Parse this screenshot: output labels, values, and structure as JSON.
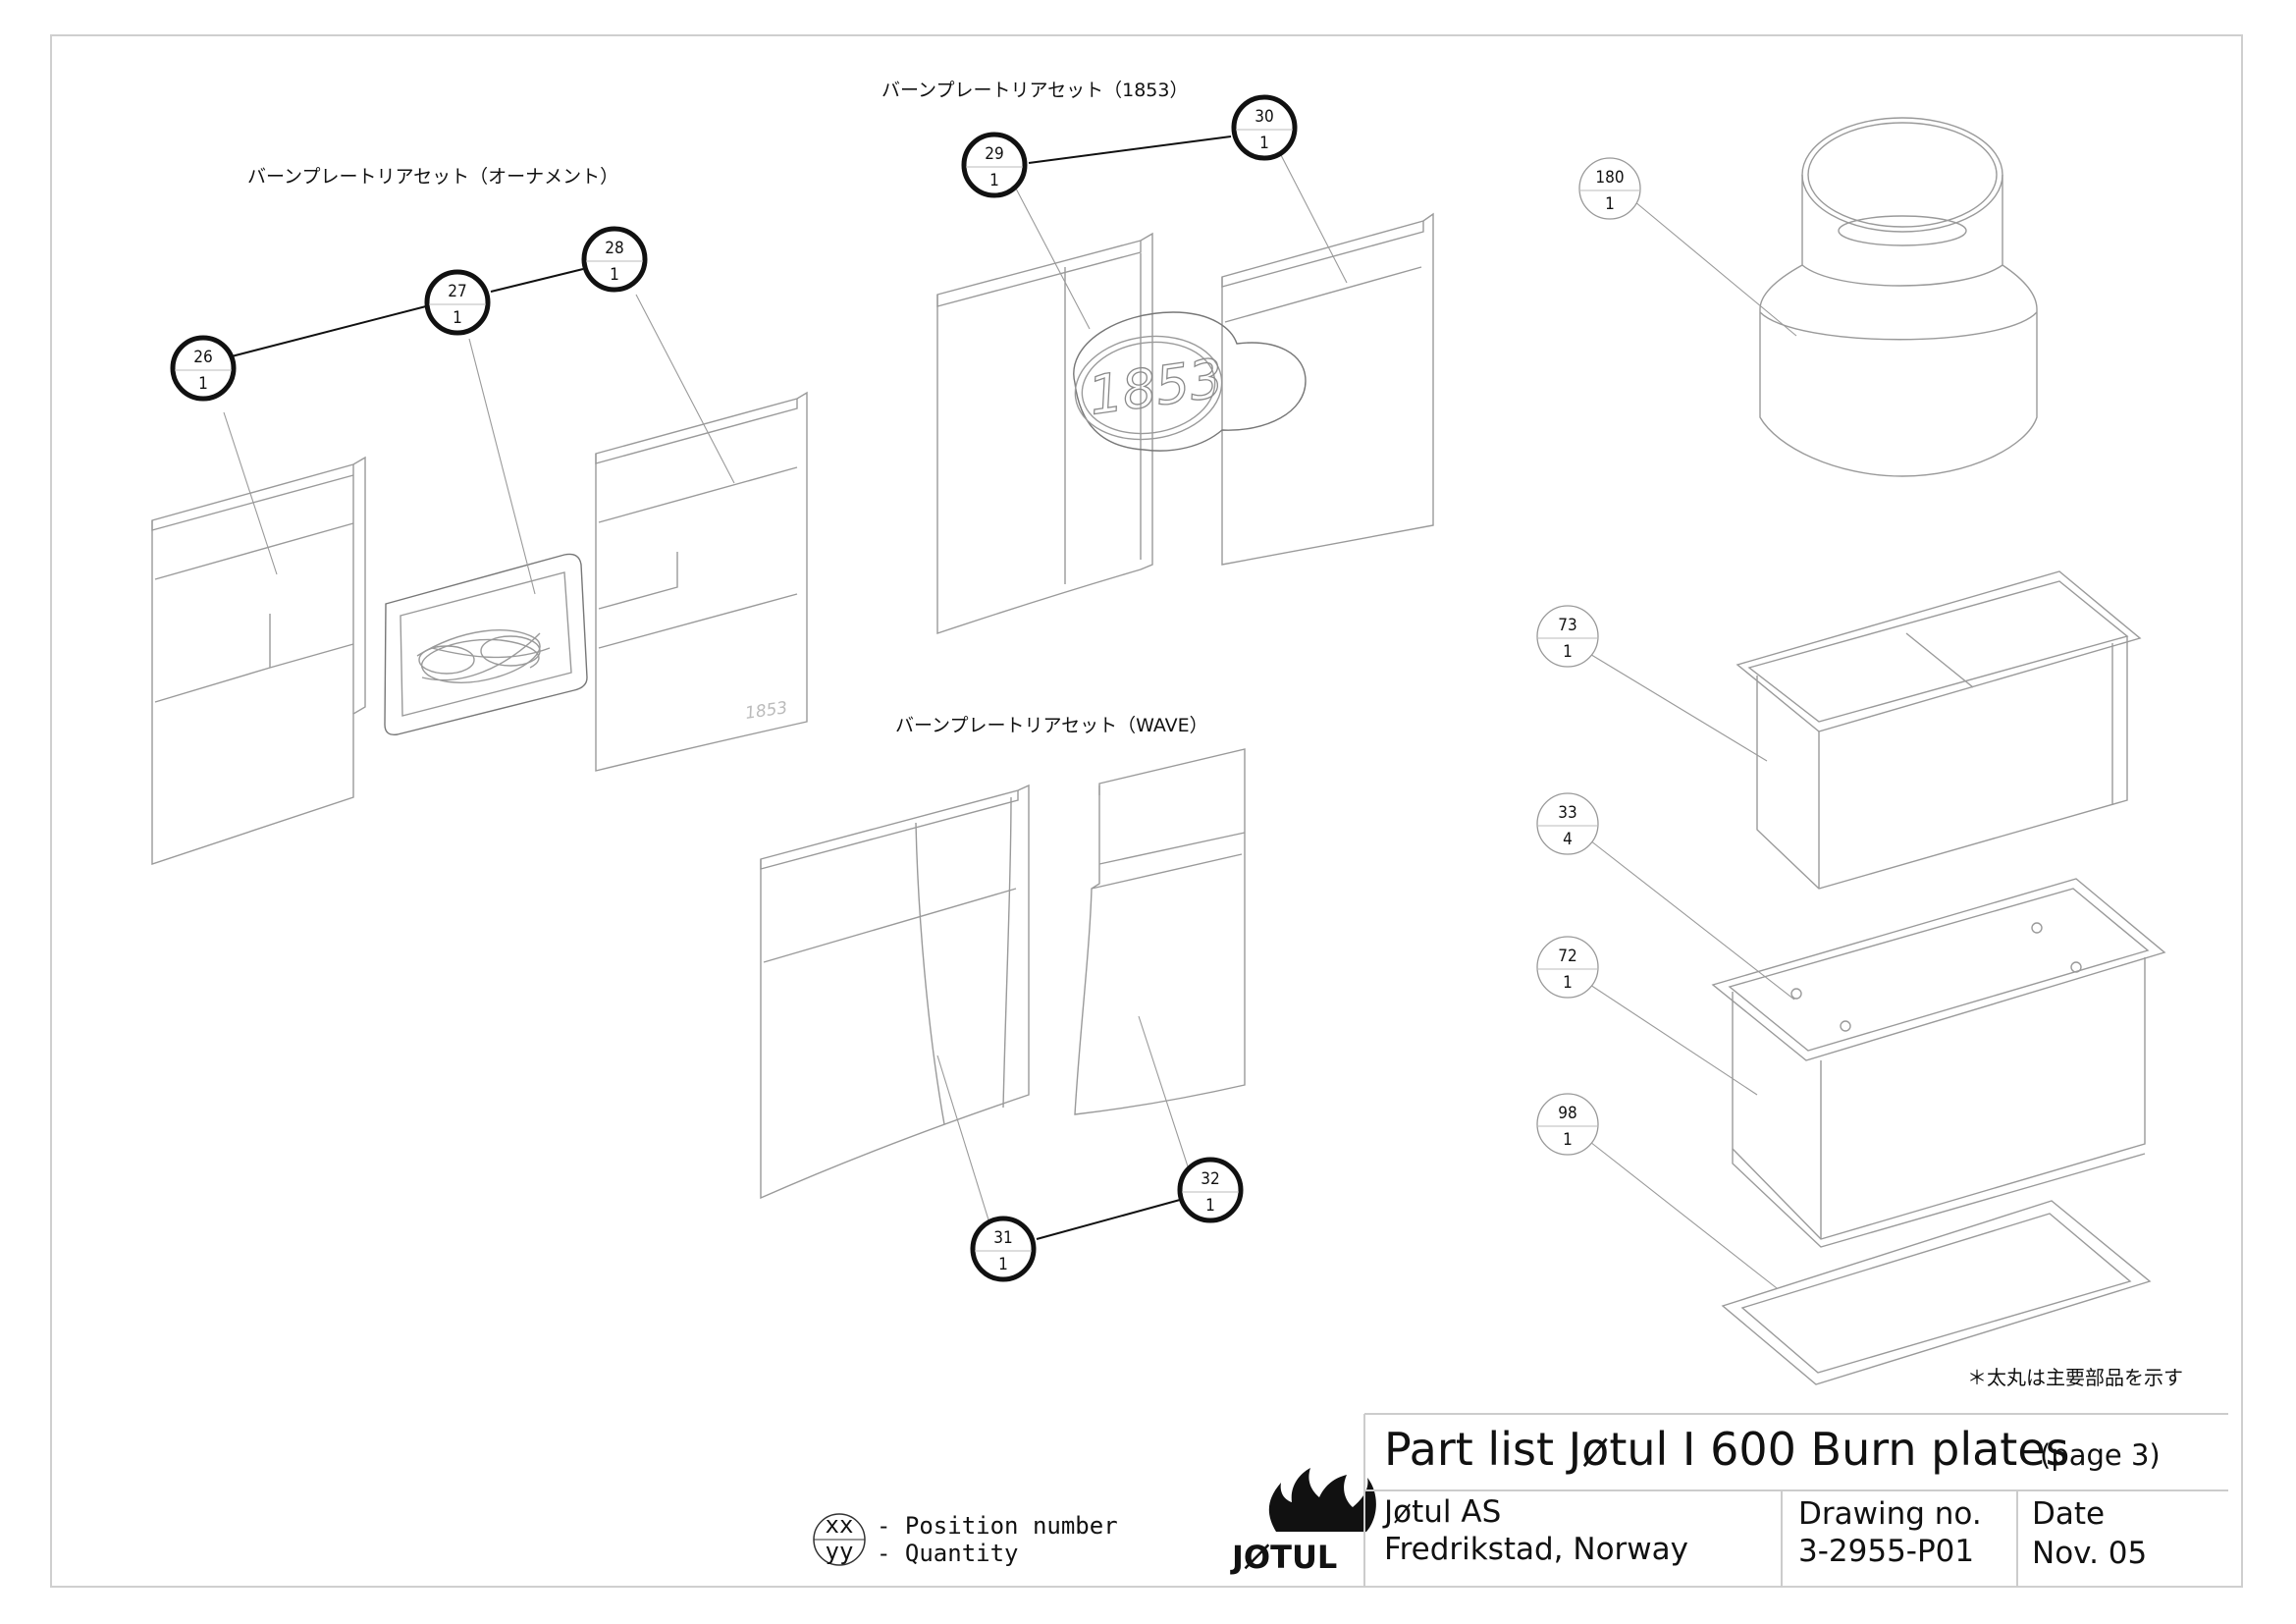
{
  "groups": {
    "ornament": "バーンプレートリアセット（オーナメント）",
    "year1853": "バーンプレートリアセット（1853）",
    "wave": "バーンプレートリアセット（WAVE）"
  },
  "bubbles": {
    "b26": {
      "pos": "26",
      "qty": "1"
    },
    "b27": {
      "pos": "27",
      "qty": "1"
    },
    "b28": {
      "pos": "28",
      "qty": "1"
    },
    "b29": {
      "pos": "29",
      "qty": "1"
    },
    "b30": {
      "pos": "30",
      "qty": "1"
    },
    "b31": {
      "pos": "31",
      "qty": "1"
    },
    "b32": {
      "pos": "32",
      "qty": "1"
    },
    "b180": {
      "pos": "180",
      "qty": "1"
    },
    "b73": {
      "pos": "73",
      "qty": "1"
    },
    "b33": {
      "pos": "33",
      "qty": "4"
    },
    "b72": {
      "pos": "72",
      "qty": "1"
    },
    "b98": {
      "pos": "98",
      "qty": "1"
    }
  },
  "plate_marks": {
    "plate_1853_small": "1853",
    "plate_1853_large": "1853"
  },
  "note": "＊太丸は主要部品を示す",
  "legend": {
    "xx": "xx",
    "yy": "yy",
    "position": "- Position number",
    "quantity": "- Quantity"
  },
  "brand": "JØTUL",
  "title_block": {
    "title": "Part list Jøtul I 600 Burn plates",
    "page": "(page 3)",
    "company": "Jøtul AS",
    "location": "Fredrikstad, Norway",
    "drawing_label": "Drawing no.",
    "drawing_no": "3-2955-P01",
    "date_label": "Date",
    "date": "Nov. 05"
  }
}
